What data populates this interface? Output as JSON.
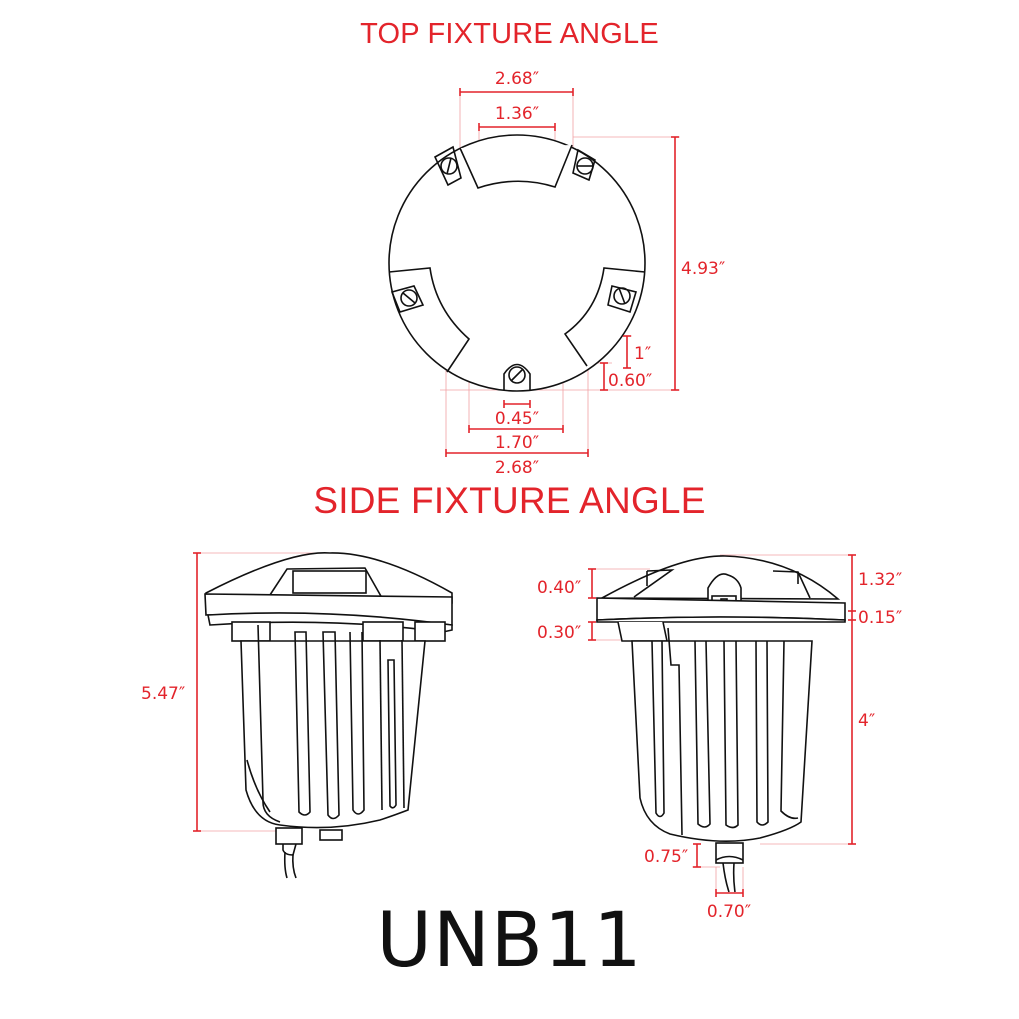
{
  "titles": {
    "top": "TOP FIXTURE ANGLE",
    "side": "SIDE FIXTURE ANGLE",
    "model": "UNB11"
  },
  "top_view": {
    "dimensions": {
      "top_outer_width": "2.68″",
      "top_inner_width": "1.36″",
      "overall_diameter": "4.93″",
      "notch_depth": "1″",
      "screw_offset": "0.60″",
      "screw_tab_width": "0.45″",
      "bottom_inner_width": "1.70″",
      "bottom_outer_width": "2.68″"
    }
  },
  "side_view_left": {
    "dimensions": {
      "overall_height": "5.47″"
    }
  },
  "side_view_right": {
    "dimensions": {
      "dome_height": "0.40″",
      "collar_height": "0.30″",
      "top_height": "1.32″",
      "flange_thickness": "0.15″",
      "body_height": "4″",
      "cord_gland_height": "0.75″",
      "cord_gland_width": "0.70″"
    }
  },
  "colors": {
    "accent": "#e3242b",
    "line": "#111111",
    "background": "#ffffff"
  }
}
